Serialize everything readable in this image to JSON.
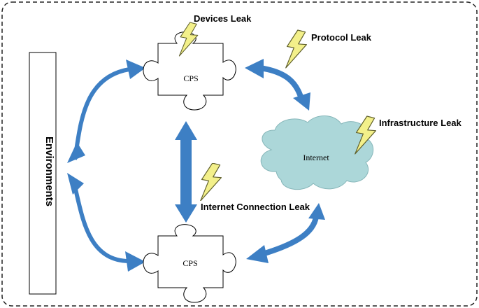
{
  "labels": {
    "environments": "Environments",
    "cps_top": "CPS",
    "cps_bottom": "CPS",
    "internet": "Internet",
    "devices_leak": "Devices Leak",
    "protocol_leak": "Protocol Leak",
    "infrastructure_leak": "Infrastructure Leak",
    "internet_connection_leak": "Internet Connection Leak"
  },
  "colors": {
    "arrow": "#3d7fc4",
    "cloud_fill": "#acd7d9",
    "cloud_stroke": "#86b6b9",
    "lightning_fill": "#f3f08a",
    "lightning_stroke": "#5f5f2a",
    "border": "#222222"
  },
  "icons": {
    "lightning": "lightning-bolt-icon",
    "puzzle": "puzzle-piece-icon",
    "cloud": "cloud-icon"
  }
}
